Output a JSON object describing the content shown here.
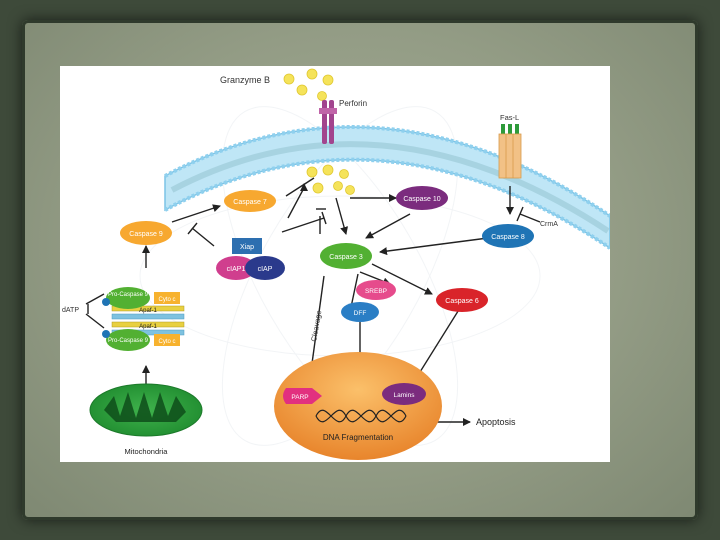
{
  "diagram": {
    "granzyme": "Granzyme B",
    "perforin": "Perforin",
    "fasl": "Fas-L",
    "caspase7": "Caspase 7",
    "caspase10": "Caspase 10",
    "caspase9": "Caspase 9",
    "caspase8": "Caspase 8",
    "crma": "CrmA",
    "xiap": "Xiap",
    "ciap1": "cIAP1",
    "ciap": "cIAP",
    "caspase3": "Caspase 3",
    "srebp": "SREBP",
    "dff": "DFF",
    "caspase6": "Caspase 6",
    "cleavage": "Cleavage",
    "datp": "dATP",
    "procaspase9": "Pro-Caspase 9",
    "cytc": "Cyto c",
    "apaf1": "Apaf-1",
    "parp": "PARP",
    "lamins": "Lamins",
    "dnafrag": "DNA Fragmentation",
    "apoptosis": "Apoptosis",
    "mitochondria": "Mitochondria"
  },
  "colors": {
    "caspase_orange": "#f7a830",
    "caspase10_purple": "#7b2c7e",
    "caspase8_blue": "#1f74b5",
    "caspase3_green": "#52b032",
    "xiap_blue": "#2d6fb0",
    "ciap1_pink": "#d03e8e",
    "ciap_navy": "#2a3a8c",
    "srebp_pink": "#e64b8c",
    "dff_blue": "#2a7ec5",
    "caspase6_red": "#d9242a",
    "parp_pink": "#e2307f",
    "lamins_purple": "#7b2c7e",
    "mito_green": "#2a9a3a",
    "nucleus_orange": "#f29a3c",
    "membrane_blue": "#8fd0ee",
    "perforin_purple": "#a2448e"
  }
}
